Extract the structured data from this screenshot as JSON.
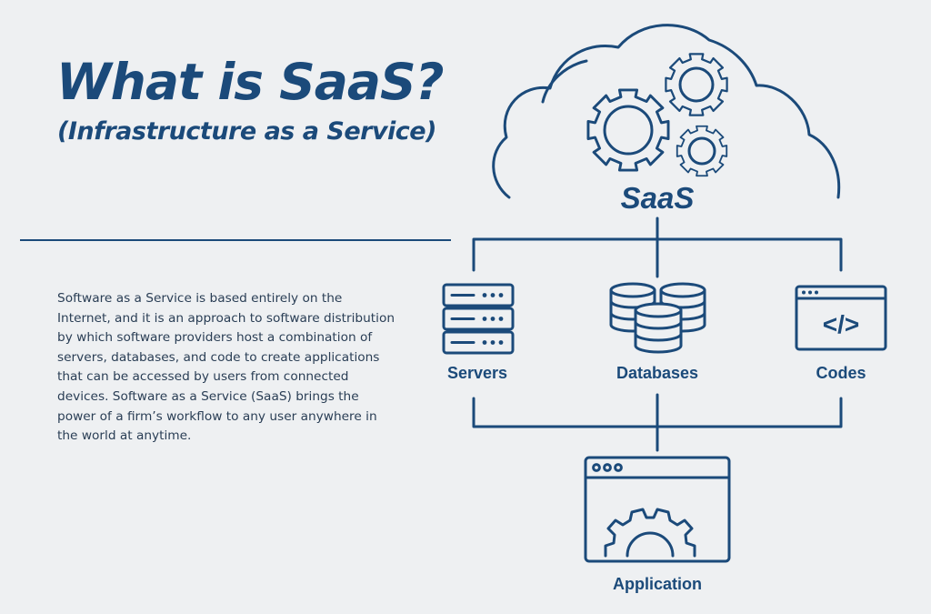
{
  "header": {
    "title": "What is SaaS?",
    "subtitle": "(Infrastructure as a Service)"
  },
  "description": "Software as a Service is based entirely on the Internet, and it is an approach to software distribution by which software providers host a combination of servers, databases, and code to create applications that can be accessed by users from connected devices. Software as a Service (SaaS) brings the power of a firm’s workflow to any user anywhere in the world at anytime.",
  "diagram": {
    "cloud_label": "SaaS",
    "components": [
      {
        "label": "Servers",
        "icon": "server-rack-icon"
      },
      {
        "label": "Databases",
        "icon": "database-icon"
      },
      {
        "label": "Codes",
        "icon": "code-window-icon"
      }
    ],
    "output": {
      "label": "Application",
      "icon": "application-window-icon"
    },
    "code_glyph": "</>"
  },
  "colors": {
    "primary": "#1b4a7a",
    "background": "#eef0f2",
    "text": "#2a3e55"
  }
}
